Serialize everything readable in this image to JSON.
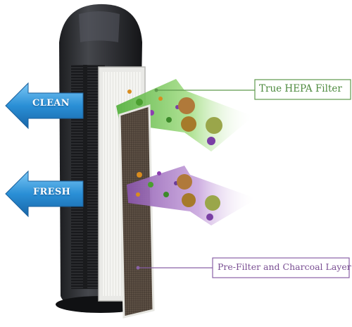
{
  "labels": {
    "hepa": "True HEPA Filter",
    "prefilter": "Pre-Filter and Charcoal Layer"
  },
  "arrows": {
    "clean": "CLEAN",
    "fresh": "FRESH"
  },
  "colors": {
    "hepa_line": "#5f9a4d",
    "prefilter_line": "#8a62a6",
    "arrow_blue": "#2a8fd6",
    "green_stream": "#6cc24a",
    "purple_stream": "#9a6ab8"
  }
}
